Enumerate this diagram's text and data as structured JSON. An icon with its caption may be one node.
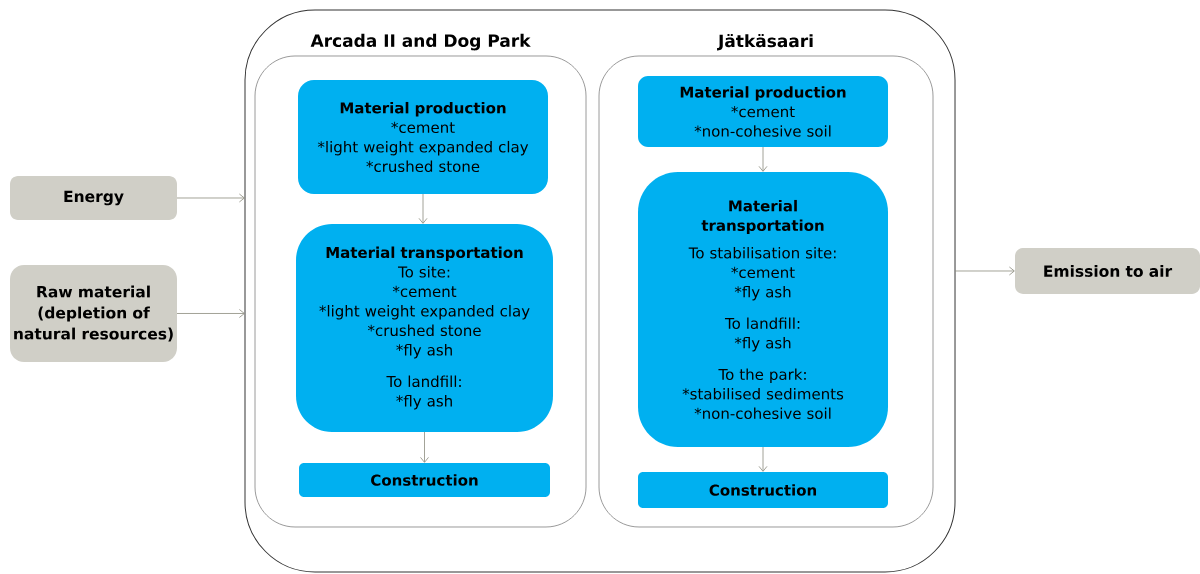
{
  "diagram": {
    "nodes": [
      {
        "text": [
          "Energy"
        ]
      },
      {
        "text": [
          "Raw material (depletion of natural resources)"
        ]
      },
      {
        "text": [],
        "shape": "box"
      },
      {
        "text": [
          "Arcada II and Dog Park"
        ],
        "in": 2
      },
      {
        "text": [
          "Material production",
          "*cement",
          "*light weight expanded clay",
          "*crushed stone"
        ],
        "in": 3
      },
      {
        "text": [
          "Material transportation",
          "To site:",
          "*cement",
          "*light weight expanded clay",
          "*crushed stone",
          "*fly ash",
          "To landfill:",
          "*fly ash"
        ],
        "in": 3
      },
      {
        "text": [
          "Construction"
        ],
        "in": 3
      },
      {
        "text": [
          "Jätkäsaari"
        ],
        "in": 2
      },
      {
        "text": [
          "Material production",
          "*cement",
          "*non-cohesive soil"
        ],
        "in": 7
      },
      {
        "text": [
          "Material transportation",
          "To stabilisation site:",
          "*cement",
          "*fly ash",
          "To landfill:",
          "*fly ash",
          "To the park:",
          "*stabilised sediments",
          "*non-cohesive soil"
        ],
        "in": 7
      },
      {
        "text": [
          "Construction"
        ],
        "in": 7
      },
      {
        "text": [
          "Emission to air"
        ]
      }
    ],
    "edges": [
      {
        "from": 0,
        "to": 2,
        "arrow": "to"
      },
      {
        "from": 1,
        "to": 2,
        "arrow": "to"
      },
      {
        "from": 4,
        "to": 5,
        "arrow": "to"
      },
      {
        "from": 5,
        "to": 6,
        "arrow": "to"
      },
      {
        "from": 8,
        "to": 9,
        "arrow": "to"
      },
      {
        "from": 9,
        "to": 10,
        "arrow": "to"
      },
      {
        "from": 2,
        "to": 11,
        "arrow": "to"
      }
    ]
  }
}
